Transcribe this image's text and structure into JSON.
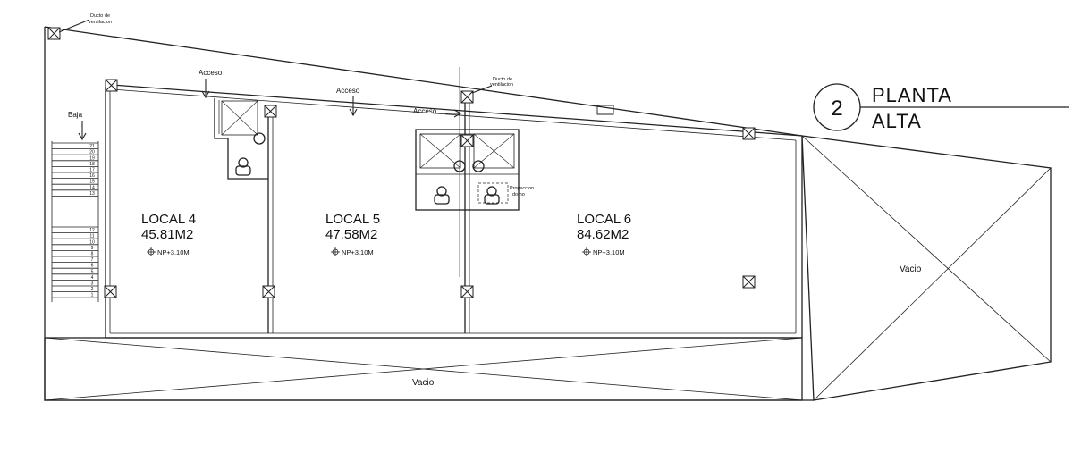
{
  "title": {
    "number": "2",
    "line1": "PLANTA",
    "line2": "ALTA"
  },
  "rooms": [
    {
      "name": "LOCAL 4",
      "area": "45.81M2",
      "level": "NP+3.10M"
    },
    {
      "name": "LOCAL 5",
      "area": "47.58M2",
      "level": "NP+3.10M"
    },
    {
      "name": "LOCAL 6",
      "area": "84.62M2",
      "level": "NP+3.10M"
    }
  ],
  "labels": {
    "access_1": "Acceso",
    "access_2": "Acceso",
    "access_3": "Acceso",
    "down": "Baja",
    "void_bottom": "Vacio",
    "void_right": "Vacio",
    "vent_1_line1": "Ducto de",
    "vent_1_line2": "ventilacion",
    "vent_2_line1": "Ducto de",
    "vent_2_line2": "ventilacion",
    "projection_line1": "Proyeccion",
    "projection_line2": "domo"
  },
  "stairs": {
    "upper_steps": [
      "21",
      "20",
      "19",
      "18",
      "17",
      "16",
      "15",
      "14",
      "13"
    ],
    "lower_steps": [
      "12",
      "11",
      "10",
      "9",
      "8",
      "7",
      "6",
      "5",
      "4",
      "3",
      "2",
      "1"
    ]
  }
}
